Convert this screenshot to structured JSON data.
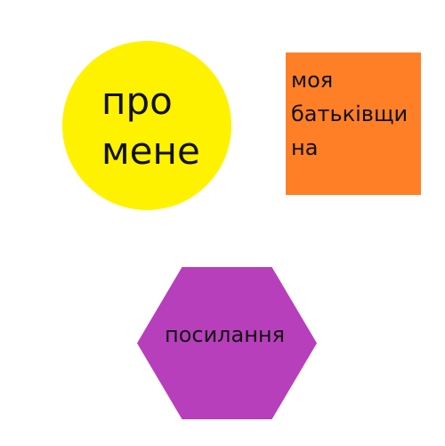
{
  "nav": {
    "about": {
      "label": "про\nмене",
      "color": "#fff200"
    },
    "homeland": {
      "label": "моя\nбатьківщи\nна",
      "color": "#ff7f27"
    },
    "links": {
      "label": "посилання",
      "color": "#b83fbb"
    }
  }
}
